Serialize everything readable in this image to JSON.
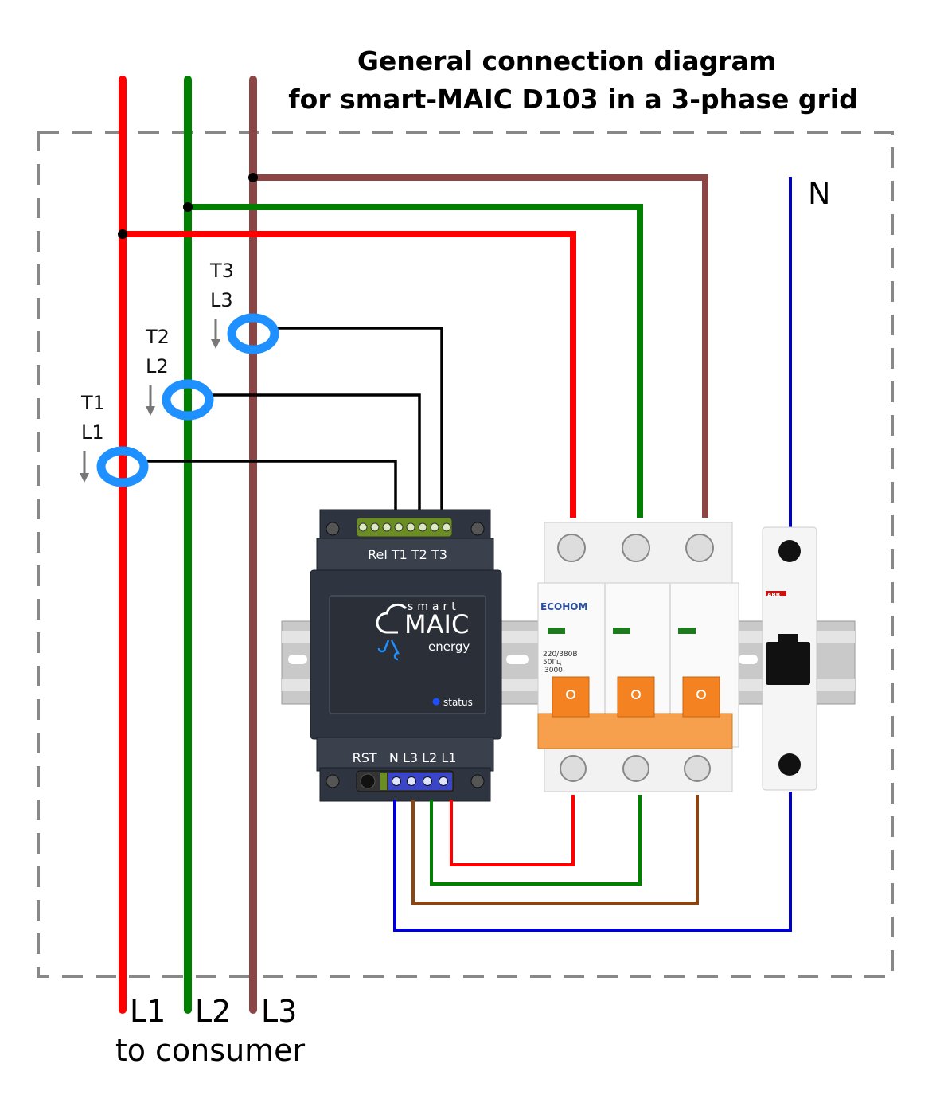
{
  "title": {
    "line1": "General connection diagram",
    "line2": "for smart-MAIC D103 in a 3-phase grid"
  },
  "neutral_label": "N",
  "current_transformers": [
    {
      "t": "T1",
      "l": "L1"
    },
    {
      "t": "T2",
      "l": "L2"
    },
    {
      "t": "T3",
      "l": "L3"
    }
  ],
  "bottom_phase_labels": [
    "L1",
    "L2",
    "L3"
  ],
  "bottom_caption": "to consumer",
  "device": {
    "top_terminals": "Rel T1 T2 T3",
    "bottom_terminals": "RST   N L3 L2 L1",
    "logo_small": "smart",
    "logo_main": "MAIC",
    "logo_sub": "energy",
    "status_label": "status"
  },
  "breaker_3p": {
    "brand": "ECOHOM",
    "rating_line1": "220/380B",
    "rating_line2": "50Гц",
    "rating_line3": "3000"
  },
  "breaker_1p": {
    "brand": "ABB"
  },
  "colors": {
    "L1": "#ff0000",
    "L2": "#008000",
    "L3": "#8b4545",
    "N": "#0000cc",
    "L3_load": "#8b4513",
    "ct_ring": "#1e90ff",
    "enclosure": "#888888",
    "device_body": "#2e3440",
    "breaker_handle": "#f58220"
  }
}
